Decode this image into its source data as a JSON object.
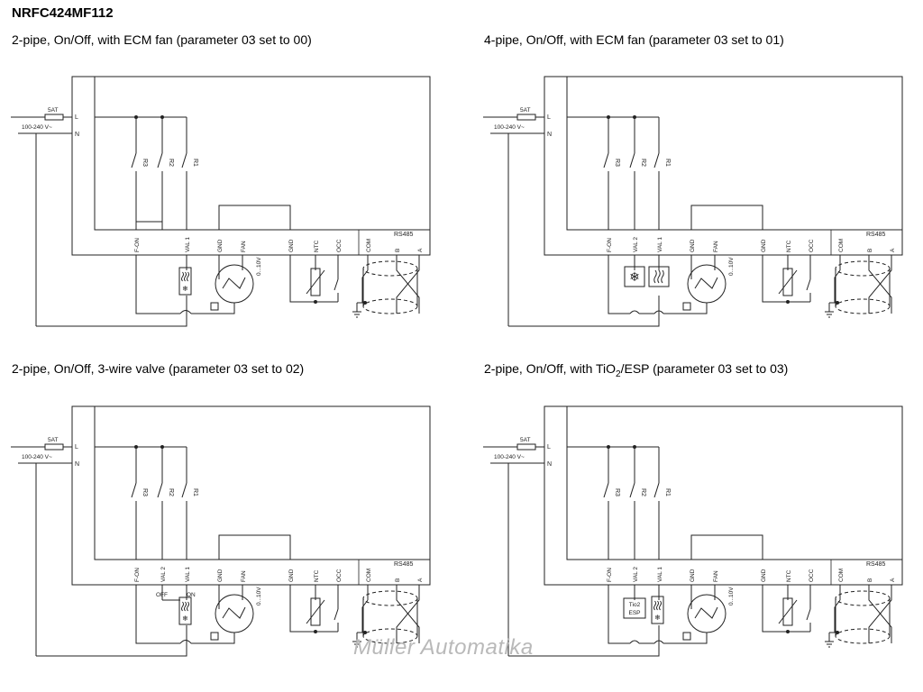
{
  "title": "NRFC424MF112",
  "captions": [
    "2-pipe, On/Off, with ECM fan (parameter 03 set to 00)",
    "4-pipe, On/Off, with ECM fan (parameter 03 set to 01)",
    "2-pipe, On/Off, 3-wire valve (parameter 03 set to 02)",
    "2-pipe, On/Off, with TiO2/ESP (parameter 03 set to 03)"
  ],
  "supply": {
    "fuse": "5AT",
    "voltage": "100-240 V~",
    "line": "L",
    "neutral": "N"
  },
  "relays": [
    "R3",
    "R2",
    "R1"
  ],
  "comm_label": "RS485",
  "fan_range": "0...10V",
  "diagrams": [
    {
      "terminals": [
        "F-ON",
        "VAL 1",
        "GND",
        "FAN",
        "GND",
        "NTC",
        "OCC",
        "COM",
        "B",
        "A"
      ],
      "extra": []
    },
    {
      "terminals": [
        "F-ON",
        "VAL 2",
        "VAL 1",
        "GND",
        "FAN",
        "GND",
        "NTC",
        "OCC",
        "COM",
        "B",
        "A"
      ],
      "extra": []
    },
    {
      "terminals": [
        "F-ON",
        "VAL 2",
        "VAL 1",
        "GND",
        "FAN",
        "GND",
        "NTC",
        "OCC",
        "COM",
        "B",
        "A"
      ],
      "extra": [
        "OFF",
        "ON"
      ]
    },
    {
      "terminals": [
        "F-ON",
        "VAL 2",
        "VAL 1",
        "GND",
        "FAN",
        "GND",
        "NTC",
        "OCC",
        "COM",
        "B",
        "A"
      ],
      "extra": [
        "Tio2",
        "ESP"
      ]
    }
  ],
  "watermark": "Müller Automatika"
}
